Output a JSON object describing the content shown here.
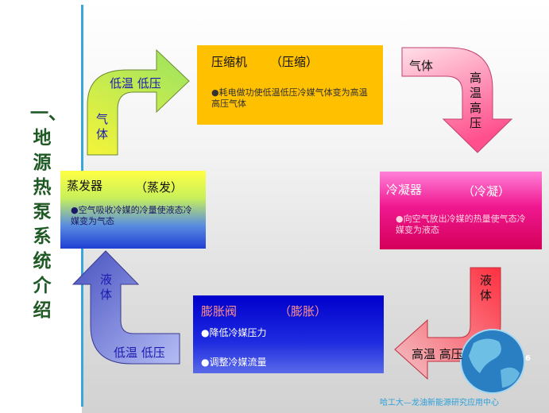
{
  "title": "一、地源热泵系统介绍",
  "boxes": {
    "compressor": {
      "name": "压缩机",
      "alias": "（压缩）",
      "desc": "●耗电做功使低温低压冷媒气体变为高温高压气体"
    },
    "evaporator": {
      "name": "蒸发器",
      "alias": "（蒸发）",
      "desc": "●空气吸收冷媒的冷量使液态冷媒变为气态"
    },
    "condenser": {
      "name": "冷凝器",
      "alias": "（冷凝）",
      "desc": "●向空气放出冷媒的热量使气态冷媒变为液态"
    },
    "expansion": {
      "name": "膨胀阀",
      "alias": "（膨胀）",
      "desc1": "●降低冷媒压力",
      "desc2": "●调整冷媒流量"
    }
  },
  "arrows": {
    "top_left": {
      "state": "气体",
      "condition": "低温 低压"
    },
    "top_right": {
      "state": "气体",
      "condition": "高温高压"
    },
    "bottom_right": {
      "state": "液体",
      "condition": "高温 高压"
    },
    "bottom_left": {
      "state": "液体",
      "condition": "低温 低压"
    }
  },
  "footer": "哈工大—龙油新能源研究应用中心",
  "page_number": "6",
  "colors": {
    "title": "#1f5a25",
    "accent_line": "#3aa7d8",
    "compressor": "#ffc000",
    "footer": "#2aa0d8"
  }
}
